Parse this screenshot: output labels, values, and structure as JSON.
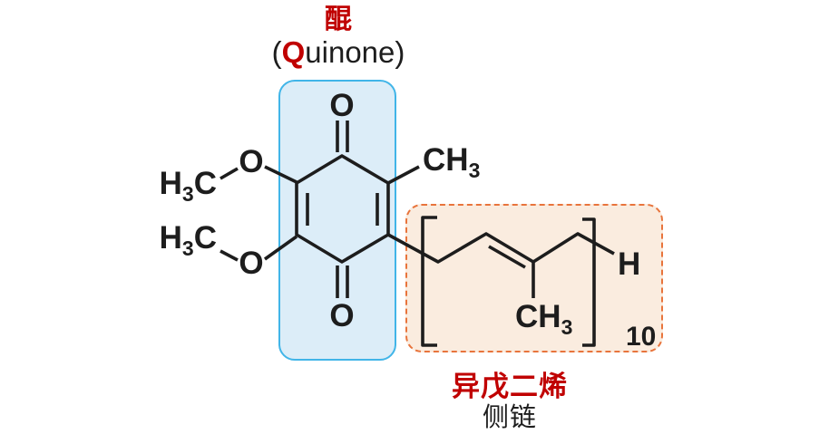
{
  "title": {
    "cn": "醌",
    "paren_open": "(",
    "q_letter": "Q",
    "rest": "uinone)"
  },
  "footer": {
    "isoprene_cn": "异戊二烯",
    "side_chain_cn": "侧链"
  },
  "molecule": {
    "methoxy_top": {
      "h": "H",
      "sub": "3",
      "c": "C",
      "o": "O"
    },
    "methoxy_bottom": {
      "h": "H",
      "sub": "3",
      "c": "C",
      "o": "O"
    },
    "carbonyl_top_o": "O",
    "carbonyl_bottom_o": "O",
    "ring_methyl": {
      "c": "C",
      "h": "H",
      "sub": "3"
    },
    "chain_methyl": {
      "c": "C",
      "h": "H",
      "sub": "3"
    },
    "chain_end_h": "H",
    "repeat_count": "10"
  },
  "colors": {
    "accent_red": "#c00000",
    "bond_black": "#1d1d1d",
    "quinone_box_fill": "#dcedf8",
    "quinone_box_border": "#41b5e8",
    "isoprene_box_fill": "#faecdf",
    "isoprene_box_border": "#e8743c"
  }
}
